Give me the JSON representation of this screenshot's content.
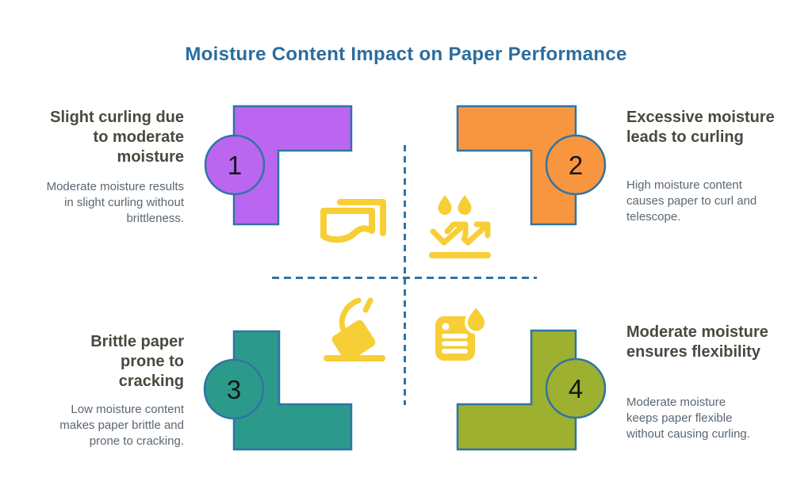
{
  "title": "Moisture Content Impact on Paper Performance",
  "quadrants": [
    {
      "number": "1",
      "heading": "Slight curling due to moderate moisture",
      "body": "Moderate moisture results in slight curling without brittleness.",
      "shape_color": "#BB66F0",
      "icon": "curled-paper-icon"
    },
    {
      "number": "2",
      "heading": "Excessive moisture leads to curling",
      "body": "High moisture content causes paper to curl and telescope.",
      "shape_color": "#F8963F",
      "icon": "moisture-bounce-arrows-icon"
    },
    {
      "number": "3",
      "heading": "Brittle paper prone to cracking",
      "body": "Low moisture content makes paper brittle and prone to cracking.",
      "shape_color": "#2B9A8A",
      "icon": "burning-paper-icon"
    },
    {
      "number": "4",
      "heading": "Moderate moisture ensures flexibility",
      "body": "Moderate moisture keeps paper flexible without causing curling.",
      "shape_color": "#9DB02F",
      "icon": "wet-document-icon"
    }
  ],
  "colors": {
    "title": "#2B6D9E",
    "heading": "#4A493F",
    "body": "#5A6672",
    "outline": "#2E74A6",
    "divider": "#2E74A6",
    "icon": "#F7CE35",
    "number": "#161616",
    "background": "#FFFFFF"
  }
}
